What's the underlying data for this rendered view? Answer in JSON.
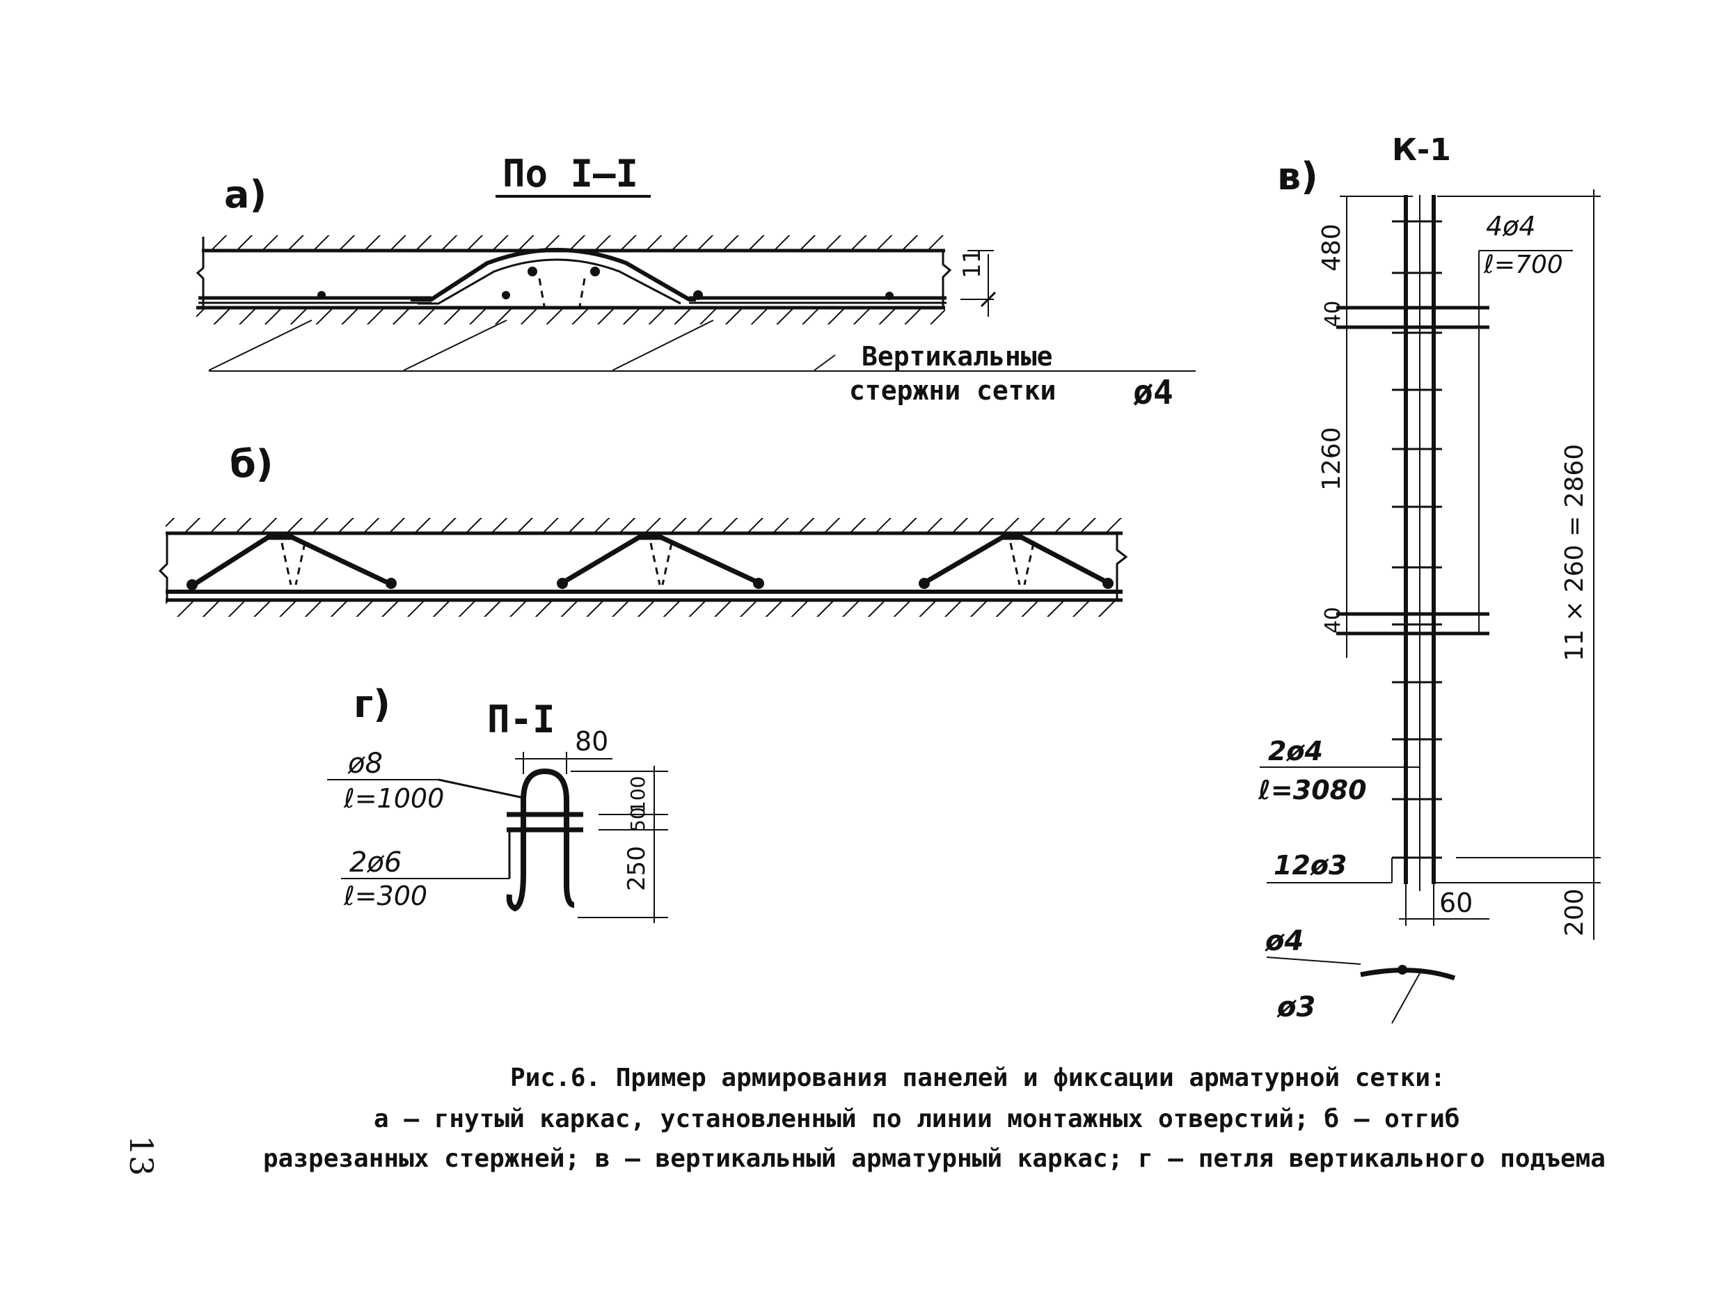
{
  "fig_a": {
    "letter": "а)",
    "section_title": "По I–I",
    "dim_11": "11",
    "note_line1": "Вертикальные",
    "note_line2": "стержни сетки",
    "note_dia": "ø4"
  },
  "fig_b": {
    "letter": "б)"
  },
  "fig_v": {
    "letter": "в)",
    "frame_title": "К-1",
    "dim_480": "480",
    "dim_40_top": "40",
    "dim_1260": "1260",
    "dim_40_bottom": "40",
    "dim_total": "11 × 260 = 2860",
    "dim_200": "200",
    "dim_60": "60",
    "rod_top_count": "4ø4",
    "rod_top_len": "ℓ=700",
    "rod_mid_count": "2ø4",
    "rod_mid_len": "ℓ=3080",
    "rod_bot": "12ø3",
    "sec_dia4": "ø4",
    "sec_dia3": "ø3"
  },
  "fig_g": {
    "letter": "г)",
    "loop_title": "П-I",
    "dim_80": "80",
    "dim_50": "50",
    "dim_100": "100",
    "dim_250": "250",
    "rod1_dia": "ø8",
    "rod1_len": "ℓ=1000",
    "rod2_dia": "2ø6",
    "rod2_len": "ℓ=300"
  },
  "caption": {
    "line1": "Рис.6. Пример армирования панелей и фиксации арматурной сетки:",
    "line2": "а – гнутый каркас, установленный по линии монтажных отверстий; б – отгиб",
    "line3": "разрезанных стержней; в – вертикальный арматурный каркас; г – петля вертикального подъема"
  },
  "page_number": "13"
}
